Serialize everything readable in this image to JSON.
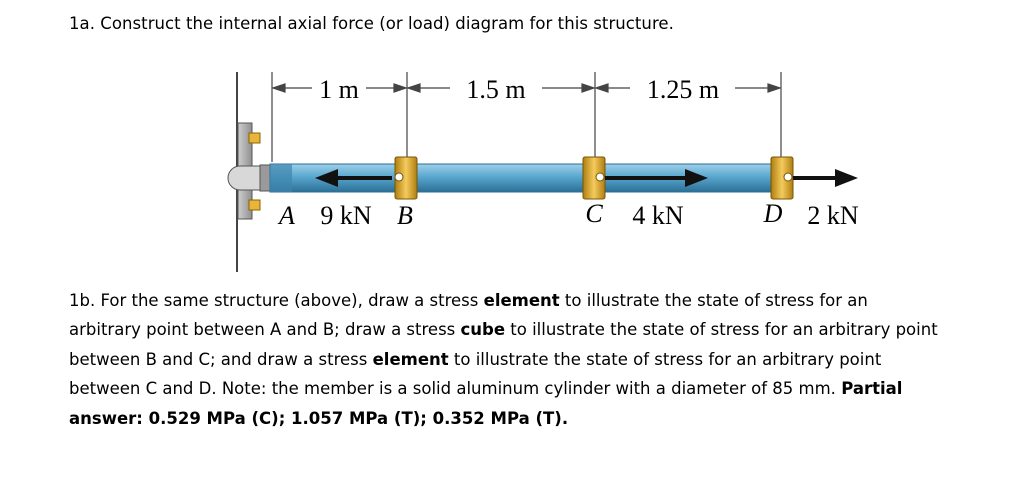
{
  "question_1a": "1a. Construct the internal axial force (or load) diagram for this structure.",
  "figure": {
    "dimensions": [
      "1 m",
      "1.5 m",
      "1.25 m"
    ],
    "points": [
      "A",
      "B",
      "C",
      "D"
    ],
    "loads": [
      "9 kN",
      "4 kN",
      "2 kN"
    ],
    "colors": {
      "rod": "#5aa7cf",
      "rod_edge": "#2b6f96",
      "collar": "#e8b43a",
      "arrow": "#111111",
      "wall": "#a9a9a9"
    }
  },
  "question_1b": {
    "line1_a": "1b.  For the same structure (above), draw a stress ",
    "line1_b": "element",
    "line1_c": " to illustrate the state of stress for an",
    "line2_a": "arbitrary point between A and B; draw a stress ",
    "line2_b": "cube",
    "line2_c": " to illustrate the state of stress for an arbitrary point",
    "line3_a": "between B and C; and draw a stress ",
    "line3_b": "element",
    "line3_c": " to illustrate the state of stress for an arbitrary point",
    "line4_a": "between C and D. Note: the member is a solid aluminum cylinder with a diameter of 85 mm. ",
    "line4_b": "Partial",
    "line5_b": "answer: 0.529 MPa (C); 1.057 MPa (T); 0.352 MPa (T)."
  }
}
